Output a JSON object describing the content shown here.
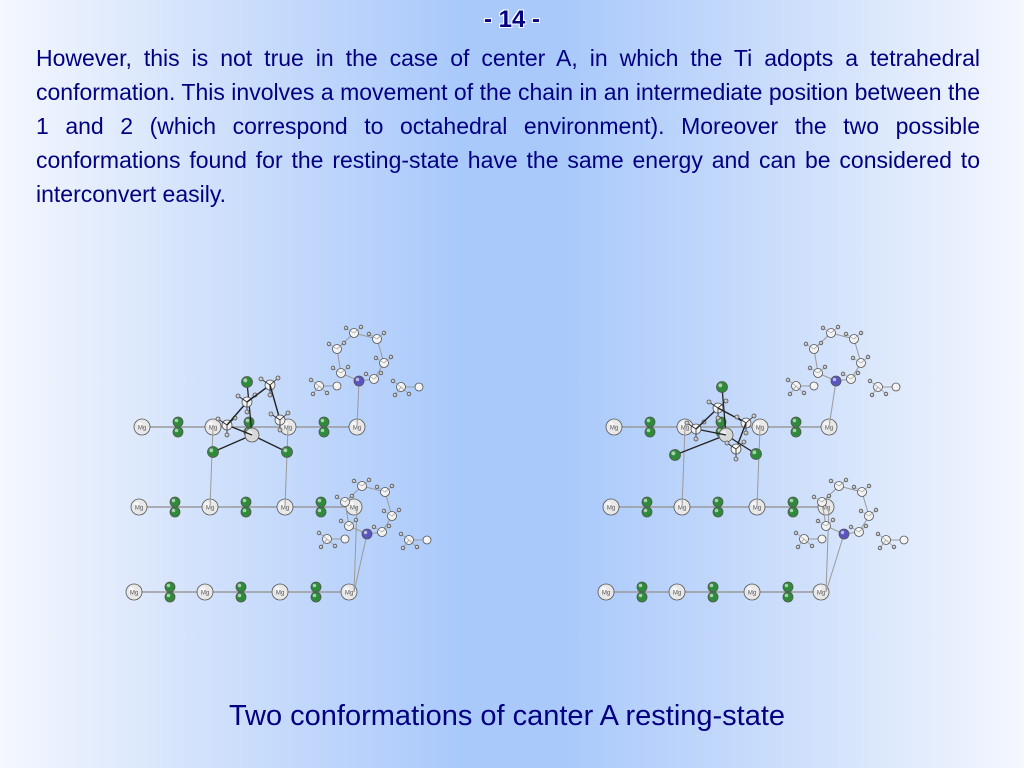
{
  "slide": {
    "page_number": "- 14 -",
    "paragraph": "However, this is not true in the case of center A, in which the Ti adopts a tetrahedral conformation. This involves a movement of the chain in an intermediate position between the 1 and 2 (which correspond to octahedral environment). Moreover the two possible conformations found for the resting-state have the same energy and can be considered to interconvert easily.",
    "caption": "Two conformations of canter A resting-state"
  },
  "figure": {
    "molecules": [
      {
        "id": "left",
        "layer_atom_label": "Mg",
        "layers": 3,
        "mg_per_layer": 4
      },
      {
        "id": "right",
        "layer_atom_label": "Mg",
        "layers": 3,
        "mg_per_layer": 4
      }
    ],
    "colors": {
      "mg": "#e8e8e8",
      "cl": "#2e8b3a",
      "n": "#5a55c0",
      "ti": "#d8d8d8",
      "c": "#f2f2f2",
      "h": "#c0c0c0"
    }
  }
}
